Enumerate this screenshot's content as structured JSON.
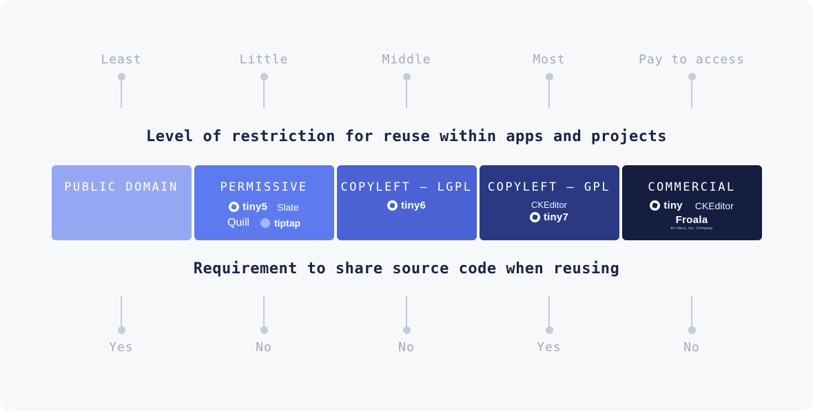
{
  "background_color": "#f7f8fa",
  "pin_color": "#c5cadc",
  "scale_label_color": "#a2a9c0",
  "title_color": "#1b2347",
  "restriction_title": "Level of restriction for reuse within apps and projects",
  "share_title": "Requirement to share source code when reusing",
  "restriction_scale": {
    "items": [
      {
        "label": "Least"
      },
      {
        "label": "Little"
      },
      {
        "label": "Middle"
      },
      {
        "label": "Most"
      },
      {
        "label": "Pay to access"
      }
    ]
  },
  "share_scale": {
    "items": [
      {
        "label": "Yes"
      },
      {
        "label": "No"
      },
      {
        "label": "No"
      },
      {
        "label": "Yes"
      },
      {
        "label": "No"
      }
    ]
  },
  "cards": [
    {
      "title": "PUBLIC DOMAIN",
      "color": "#95a7f2"
    },
    {
      "title": "PERMISSIVE",
      "color": "#5d7bef",
      "logos": {
        "tiny": "tiny5",
        "slate": "Slate",
        "quill": "Quill",
        "tiptap": "tiptap"
      }
    },
    {
      "title": "COPYLEFT — LGPL",
      "color": "#4a62d3",
      "logos": {
        "tiny": "tiny6"
      }
    },
    {
      "title": "COPYLEFT — GPL",
      "color": "#2a3a82",
      "logos": {
        "ckeditor": "CKEditor",
        "tiny": "tiny7"
      }
    },
    {
      "title": "COMMERCIAL",
      "color": "#151d40",
      "logos": {
        "tiny": "tiny",
        "ckeditor": "CKEditor",
        "froala": "Froala",
        "froala_sub": "An Idera, Inc. Company"
      }
    }
  ]
}
